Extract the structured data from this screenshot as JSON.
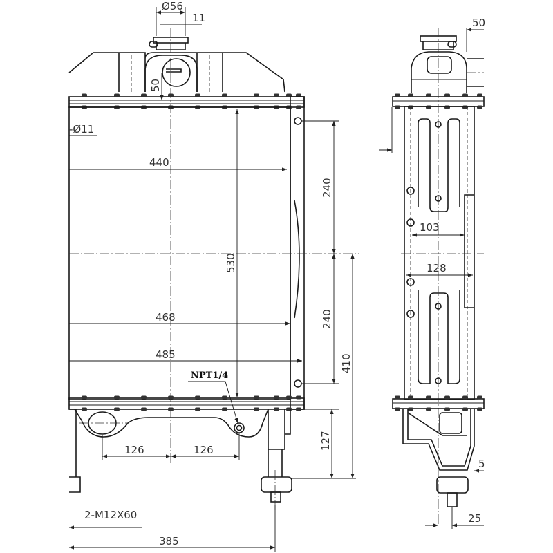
{
  "drawing": {
    "title": "Radiator assembly drawing",
    "front_view": {
      "dims": {
        "filler_diameter": "Ø56",
        "filler_offset": "11",
        "inlet_height": "50",
        "hole_diameter": "-Ø11",
        "core_width": "440",
        "core_height": "530",
        "width_468": "468",
        "width_485": "485",
        "mount_upper": "240",
        "mount_lower": "240",
        "mount_total": "410",
        "drain_label": "NPT1/4",
        "outlet_spacing_left": "126",
        "outlet_spacing_right": "126",
        "leg_height": "127",
        "bolt_spec": "2-M12X60",
        "foot_offset": "385"
      }
    },
    "side_view": {
      "dims": {
        "top_offset": "50",
        "inner_width": "103",
        "outer_width": "128",
        "bracket_offset": "5",
        "foot_offset": "25"
      }
    }
  }
}
